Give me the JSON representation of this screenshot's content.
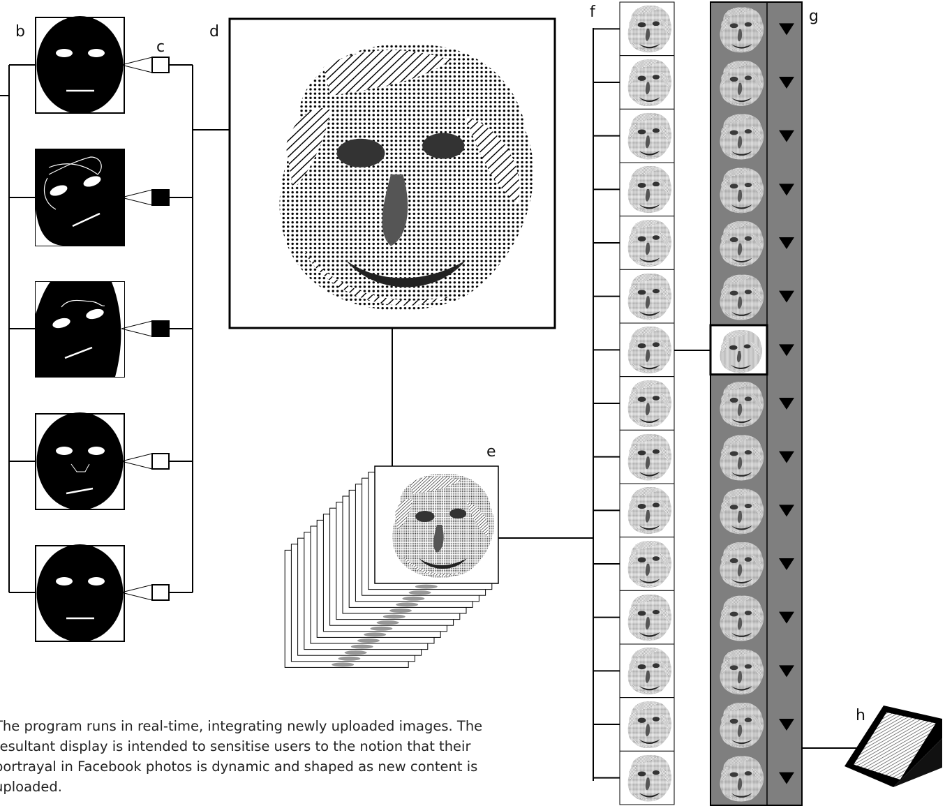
{
  "labels": {
    "b": "b",
    "c": "c",
    "d": "d",
    "e": "e",
    "f": "f",
    "g": "g",
    "h": "h"
  },
  "caption": "The program runs in real-time, integrating newly uploaded images. The resultant display is intended to sensitise users to the notion that their portrayal in Facebook photos is dynamic and shaped as new content is uploaded.",
  "colors": {
    "ink": "#000000",
    "panel_gray": "#7f7f7f",
    "face_black": "#000000",
    "face_features": "#ffffff"
  },
  "faces": [
    {
      "variant": "frontal",
      "connector": "open"
    },
    {
      "variant": "tilted-left",
      "connector": "filled"
    },
    {
      "variant": "tilted-right",
      "connector": "filled"
    },
    {
      "variant": "frontal-nose",
      "connector": "open"
    },
    {
      "variant": "frontal",
      "connector": "open"
    }
  ],
  "stack_count": 14,
  "column_f_count": 15,
  "column_g": {
    "count": 15,
    "highlighted_index": 6,
    "button_icon": "triangle-down-icon"
  },
  "device_icon": "display-device-icon"
}
